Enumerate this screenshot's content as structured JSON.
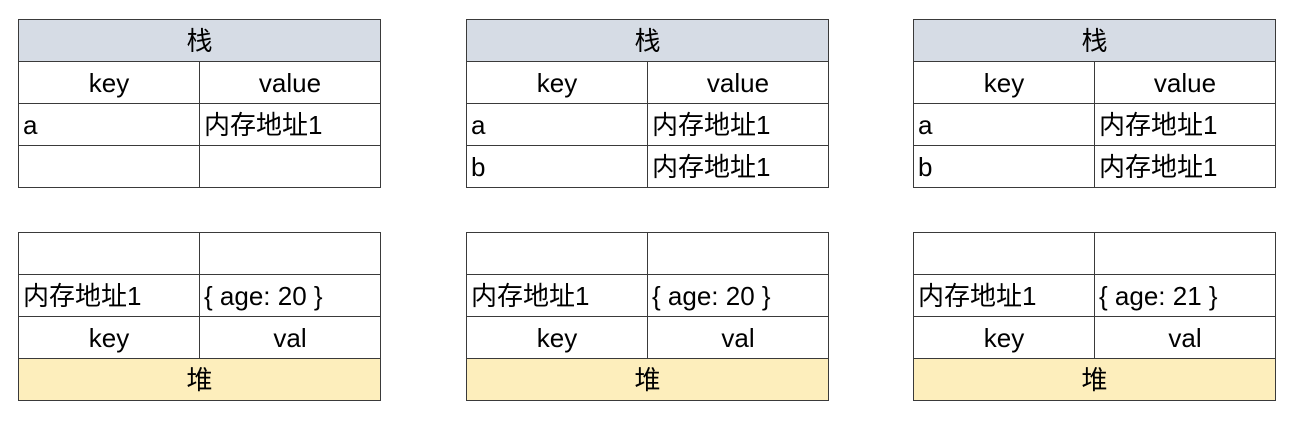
{
  "groups": [
    {
      "stack": {
        "title": "栈",
        "header": {
          "key": "key",
          "value": "value"
        },
        "rows": [
          {
            "key": "a",
            "value": "内存地址1"
          },
          {
            "key": "",
            "value": ""
          }
        ]
      },
      "heap": {
        "rows": [
          {
            "key": "",
            "value": ""
          },
          {
            "key": "内存地址1",
            "value": "{ age: 20 }"
          }
        ],
        "header": {
          "key": "key",
          "value": "val"
        },
        "title": "堆"
      }
    },
    {
      "stack": {
        "title": "栈",
        "header": {
          "key": "key",
          "value": "value"
        },
        "rows": [
          {
            "key": "a",
            "value": "内存地址1"
          },
          {
            "key": "b",
            "value": "内存地址1"
          }
        ]
      },
      "heap": {
        "rows": [
          {
            "key": "",
            "value": ""
          },
          {
            "key": "内存地址1",
            "value": "{ age: 20 }"
          }
        ],
        "header": {
          "key": "key",
          "value": "val"
        },
        "title": "堆"
      }
    },
    {
      "stack": {
        "title": "栈",
        "header": {
          "key": "key",
          "value": "value"
        },
        "rows": [
          {
            "key": "a",
            "value": "内存地址1"
          },
          {
            "key": "b",
            "value": "内存地址1"
          }
        ]
      },
      "heap": {
        "rows": [
          {
            "key": "",
            "value": ""
          },
          {
            "key": "内存地址1",
            "value": "{ age: 21 }"
          }
        ],
        "header": {
          "key": "key",
          "value": "val"
        },
        "title": "堆"
      }
    }
  ],
  "colors": {
    "stack_header": "#d6dce5",
    "heap_header": "#fdeebc",
    "border": "#3a3a3a"
  }
}
